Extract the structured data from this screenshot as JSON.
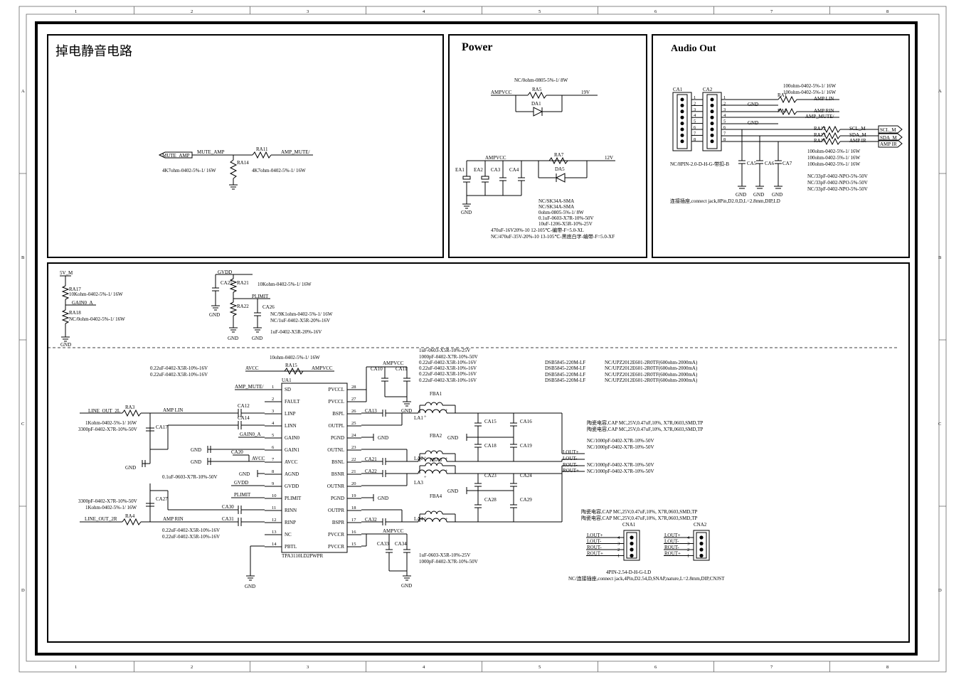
{
  "border": {
    "cols": [
      "1",
      "2",
      "3",
      "4",
      "5",
      "6",
      "7",
      "8"
    ],
    "rows": [
      "A",
      "B",
      "C",
      "D"
    ]
  },
  "mute": {
    "title": "掉电静音电路",
    "nets": {
      "mute_amp_port": "MUTE_AMP",
      "mute_amp": "MUTE_AMP",
      "amp_mute": "AMP_MUTE/"
    },
    "parts": {
      "ra11": "RA11",
      "ra14": "RA14"
    },
    "values": {
      "ra14": "4K7ohm-0402-5%-1/  16W",
      "ra11": "4K7ohm-0402-5%-1/  16W"
    }
  },
  "power": {
    "title": "Power",
    "top_value": "NC/0ohm-0805-5%-1/  8W",
    "nets": {
      "ampvcc": "AMPVCC",
      "v19": "19V",
      "v12": "12V",
      "gnd": "GND"
    },
    "parts": {
      "ra5": "RA5",
      "da1": "DA1",
      "ra7": "RA7",
      "da5": "DA5",
      "ea1": "EA1",
      "ea2": "EA2",
      "ca3": "CA3",
      "ca4": "CA4"
    },
    "notes": [
      "NC/SK34A-SMA",
      "NC/SK34A-SMA",
      "0ohm-0805-5%-1/  8W",
      "0.1uF-0603-X7R-10%-50V",
      "10uF-1206-X5R-10%-25V",
      "470uF-16V20%-10   12-105℃-编带-F=5.0-XL",
      "NC/470uF-35V-20%-10   13-105℃-黑底白字-编带-F=5.0-XF"
    ]
  },
  "audio_out": {
    "title": "Audio Out",
    "parts": {
      "ca1": "CA1",
      "ca2": "CA2",
      "ra1": "RA1",
      "ra2": "RA2",
      "ra12": "RA12",
      "ra13": "RA13",
      "ra16": "RA16",
      "ca5": "CA5",
      "ca6": "CA6",
      "ca7": "CA7"
    },
    "pins": [
      "1",
      "2",
      "3",
      "4",
      "5",
      "6",
      "7",
      "8"
    ],
    "nets": {
      "amp_lin": "AMP LIN",
      "gnd": "GND",
      "amp_rin": "AMP RIN",
      "amp_mute": "AMP_MUTE/",
      "scl": "SCL_M",
      "sda": "SDA_M",
      "amp_ir": "AMP IR"
    },
    "ra_values": [
      "100ohm-0402-5%-1/  16W",
      "100ohm-0402-5%-1/  16W"
    ],
    "ra_values2": [
      "100ohm-0402-5%-1/  16W",
      "100ohm-0402-5%-1/  16W",
      "100ohm-0402-5%-1/  16W"
    ],
    "cap_values": [
      "NC/33pF-0402-NPO-5%-50V",
      "NC/33pF-0402-NPO-5%-50V",
      "NC/33pF-0402-NPO-5%-50V"
    ],
    "connector": "NC/8PIN-2.0-D-H-G-带扣-B",
    "connector_note": "连接插座,connect jack,8Pin,D2.0,D,L=2.8mm,DIP,LD"
  },
  "amp": {
    "top": {
      "v5": "5V_M",
      "ra17": "RA17",
      "ra17_val": "10Kohm-0402-5%-1/  16W",
      "gain0": "GAIN0_A",
      "ra18": "RA18",
      "ra18_val": "NC/0ohm-0402-5%-1/  16W",
      "gnd": "GND",
      "gvdd": "GVDD",
      "ca25": "CA25",
      "ra21": "RA21",
      "ra21_val": "10Kohm-0402-5%-1/  16W",
      "plimit": "PLIMIT",
      "ra22": "RA22",
      "ca26": "CA26",
      "ra22_val": "NC/9K1ohm-0402-5%-1/  16W",
      "ca26_val": "NC/1uF-0402-X5R-20%-16V",
      "ca25_val": "1uF-0402-X5R-20%-16V"
    },
    "ic": {
      "ref": "UA1",
      "part": "TPA3110LD2PWPR",
      "left_pins": [
        {
          "num": "1",
          "name": "SD"
        },
        {
          "num": "2",
          "name": "FAULT"
        },
        {
          "num": "3",
          "name": "LINP"
        },
        {
          "num": "4",
          "name": "LINN"
        },
        {
          "num": "5",
          "name": "GAIN0"
        },
        {
          "num": "6",
          "name": "GAIN1"
        },
        {
          "num": "7",
          "name": "AVCC"
        },
        {
          "num": "8",
          "name": "AGND"
        },
        {
          "num": "9",
          "name": "GVDD"
        },
        {
          "num": "10",
          "name": "PLIMIT"
        },
        {
          "num": "11",
          "name": "RINN"
        },
        {
          "num": "12",
          "name": "RINP"
        },
        {
          "num": "13",
          "name": "NC"
        },
        {
          "num": "14",
          "name": "PBTL"
        }
      ],
      "right_pins": [
        {
          "num": "28",
          "name": "PVCCL"
        },
        {
          "num": "27",
          "name": "PVCCL"
        },
        {
          "num": "26",
          "name": "BSPL"
        },
        {
          "num": "25",
          "name": "OUTPL"
        },
        {
          "num": "24",
          "name": "PGND"
        },
        {
          "num": "23",
          "name": "OUTNL"
        },
        {
          "num": "22",
          "name": "BSNL"
        },
        {
          "num": "21",
          "name": "BSNR"
        },
        {
          "num": "20",
          "name": "OUTNR"
        },
        {
          "num": "19",
          "name": "PGND"
        },
        {
          "num": "18",
          "name": "OUTPR"
        },
        {
          "num": "17",
          "name": "BSPR"
        },
        {
          "num": "16",
          "name": "PVCCR"
        },
        {
          "num": "15",
          "name": "PVCCR"
        }
      ]
    },
    "labels": {
      "ra15_val": "10ohm-0402-5%-1/  16W",
      "avcc": "AVCC",
      "ra15": "RA15",
      "ampvcc": "AMPVCC",
      "in_caps": [
        "0.22uF-0402-X5R-10%-16V",
        "0.22uF-0402-X5R-10%-16V"
      ],
      "amp_mute": "AMP_MUTE/",
      "line_out_2l": "LINE_OUT_2L",
      "ra3": "RA3",
      "amp_lin": "AMP LIN",
      "ca12": "CA12",
      "ca14": "CA14",
      "ra3_val": "1Kohm-0402-5%-1/  16W",
      "ca17_val": "3300pF-0402-X7R-10%-50V",
      "ca17": "CA17",
      "gain0": "GAIN0_A",
      "gnd": "GND",
      "ca20": "CA20",
      "avcc2": "AVCC",
      "cap01": "0.1uF-0603-X7R-10%-50V",
      "gvdd": "GVDD",
      "plimit": "PLIMIT",
      "ca27_val": "3300pF-0402-X7R-10%-50V",
      "ra4_val": "1Kohm-0402-5%-1/  16W",
      "ca27": "CA27",
      "ca30": "CA30",
      "line_out_2r": "LINE_OUT_2R",
      "ra4": "RA4",
      "amp_rin": "AMP RIN",
      "ca31": "CA31",
      "in_caps2": [
        "0.22uF-0402-X5R-10%-16V",
        "0.22uF-0402-X5R-10%-16V"
      ],
      "ca10": "CA10",
      "ca11": "CA11",
      "bulk_caps": [
        "1uF-0603-X5R-10%-25V",
        "1000pF-0402-X7R-10%-50V",
        "0.22uF-0402-X5R-10%-16V",
        "0.22uF-0402-X5R-10%-16V",
        "0.22uF-0402-X5R-10%-16V",
        "0.22uF-0402-X5R-10%-16V"
      ],
      "ca13": "CA13",
      "ca21": "CA21",
      "ca22": "CA22",
      "ca32": "CA32",
      "ca33": "CA33",
      "ca34": "CA34",
      "bot_caps": [
        "1uF-0603-X5R-10%-25V",
        "1000pF-0402-X7R-10%-50V"
      ],
      "fba1": "FBA1",
      "fba2": "FBA2",
      "fba3": "FBA3",
      "fba4": "FBA4",
      "la1": "LA1",
      "la2": "LA2",
      "la3": "LA3",
      "la4": "LA4",
      "ca15": "CA15",
      "ca16": "CA16",
      "ca18": "CA18",
      "ca19": "CA19",
      "ca23": "CA23",
      "ca24": "CA24",
      "ca28": "CA28",
      "ca29": "CA29",
      "inductors": [
        "DSB5845-220M-LF",
        "DSB5845-220M-LF",
        "DSB5845-220M-LF",
        "DSB5845-220M-LF"
      ],
      "beads": [
        "NC/UPZ2012E601-2R0TF(600ohm-2000mA)",
        "NC/UPZ2012E601-2R0TF(600ohm-2000mA)",
        "NC/UPZ2012E601-2R0TF(600ohm-2000mA)",
        "NC/UPZ2012E601-2R0TF(600ohm-2000mA)"
      ],
      "ceramic": [
        "陶瓷电容,CAP MC,25V,0.47uF,10%,  X7R,0603,SMD,TP",
        "陶瓷电容,CAP MC,25V,0.47uF,10%,  X7R,0603,SMD,TP"
      ],
      "nc_caps": [
        "NC/1000pF-0402-X7R-10%-50V",
        "NC/1000pF-0402-X7R-10%-50V",
        "NC/1000pF-0402-X7R-10%-50V",
        "NC/1000pF-0402-X7R-10%-50V"
      ],
      "outs": [
        "LOUT+",
        "LOUT-",
        "ROUT-",
        "ROUT+"
      ],
      "ceramic2": [
        "陶瓷电容,CAP MC,25V,0.47uF,10%,  X7R,0603,SMD,TP",
        "陶瓷电容,CAP MC,25V,0.47uF,10%,  X7R,0603,SMD,TP"
      ],
      "cna1": "CNA1",
      "cna2": "CNA2",
      "cna1_pins": [
        {
          "name": "LOUT+",
          "num": "4"
        },
        {
          "name": "LOUT-",
          "num": "3"
        },
        {
          "name": "ROUT-",
          "num": "2"
        },
        {
          "name": "ROUT+",
          "num": "1"
        }
      ],
      "cna2_pins": [
        {
          "name": "LOUT+",
          "num": "4"
        },
        {
          "name": "LOUT-",
          "num": "3"
        },
        {
          "name": "ROUT-",
          "num": "2"
        },
        {
          "name": "ROUT+",
          "num": "1"
        }
      ],
      "cna_part": "4PIN-2.54-D-H-G-LD",
      "cna_note": "NC/连接插座,connect jack,4Pin,D2.54,D,SNAP,nature,L=2.8mm,DIP,CNJST"
    }
  }
}
